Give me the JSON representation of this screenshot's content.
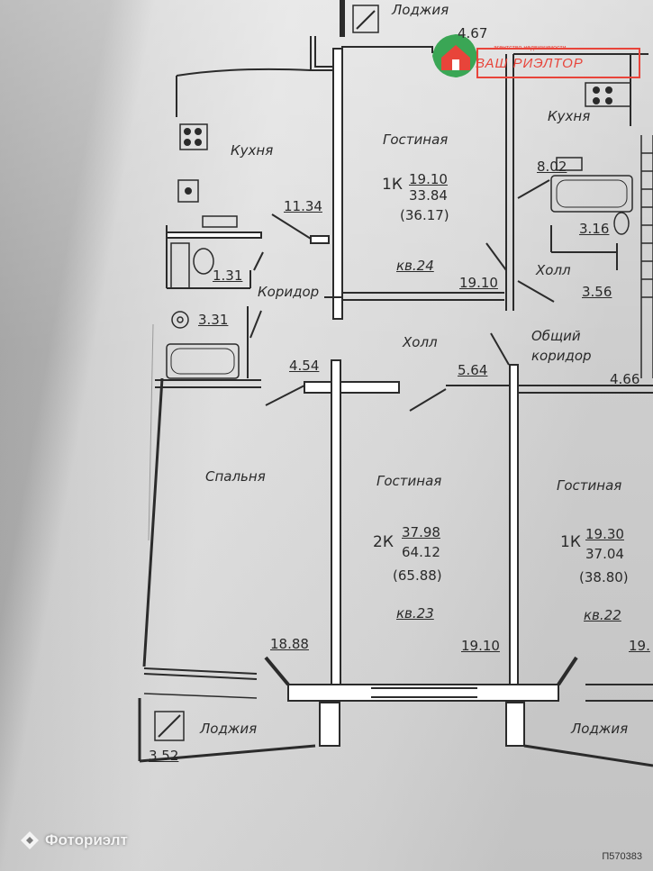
{
  "logo": {
    "small_text": "агентство недвижимости",
    "big_text": "ВАШ РИЭЛТОР"
  },
  "watermark": {
    "brand": "Фоториэлт",
    "code": "П570383"
  },
  "colors": {
    "logo_red": "#e8443a",
    "logo_green": "#3aa655",
    "ink": "#2a2a2a"
  },
  "rooms": {
    "loggia_top": "Лоджия",
    "loggia_top_area": "4.67",
    "kitchen_left": "Кухня",
    "kitchen_left_area": "11.34",
    "bath_small": "1.31",
    "corridor": "Коридор",
    "bath_area": "3.31",
    "hall_center": "Холл",
    "living_top": "Гостиная",
    "apt24_type": "1К",
    "apt24_living": "19.10",
    "apt24_total": "33.84",
    "apt24_full": "(36.17)",
    "apt24_num": "кв.24",
    "apt24_room": "19.10",
    "kitchen_right": "Кухня",
    "kitchen_right_area": "8.02",
    "bath_right": "3.16",
    "hall_right": "Холл",
    "hall_right_area": "3.56",
    "common_corridor_1": "Общий",
    "common_corridor_2": "коридор",
    "corridor_area_right": "4.66",
    "area_454": "4.54",
    "area_564": "5.64",
    "bedroom": "Спальня",
    "living_center": "Гостиная",
    "apt23_type": "2К",
    "apt23_living": "37.98",
    "apt23_total": "64.12",
    "apt23_full": "(65.88)",
    "apt23_num": "кв.23",
    "bedroom_area": "18.88",
    "living_center_area": "19.10",
    "living_right": "Гостиная",
    "apt22_type": "1К",
    "apt22_living": "19.30",
    "apt22_total": "37.04",
    "apt22_full": "(38.80)",
    "apt22_num": "кв.22",
    "apt22_room": "19.",
    "loggia_left": "Лоджия",
    "loggia_left_area": "3.52",
    "loggia_right": "Лоджия"
  }
}
